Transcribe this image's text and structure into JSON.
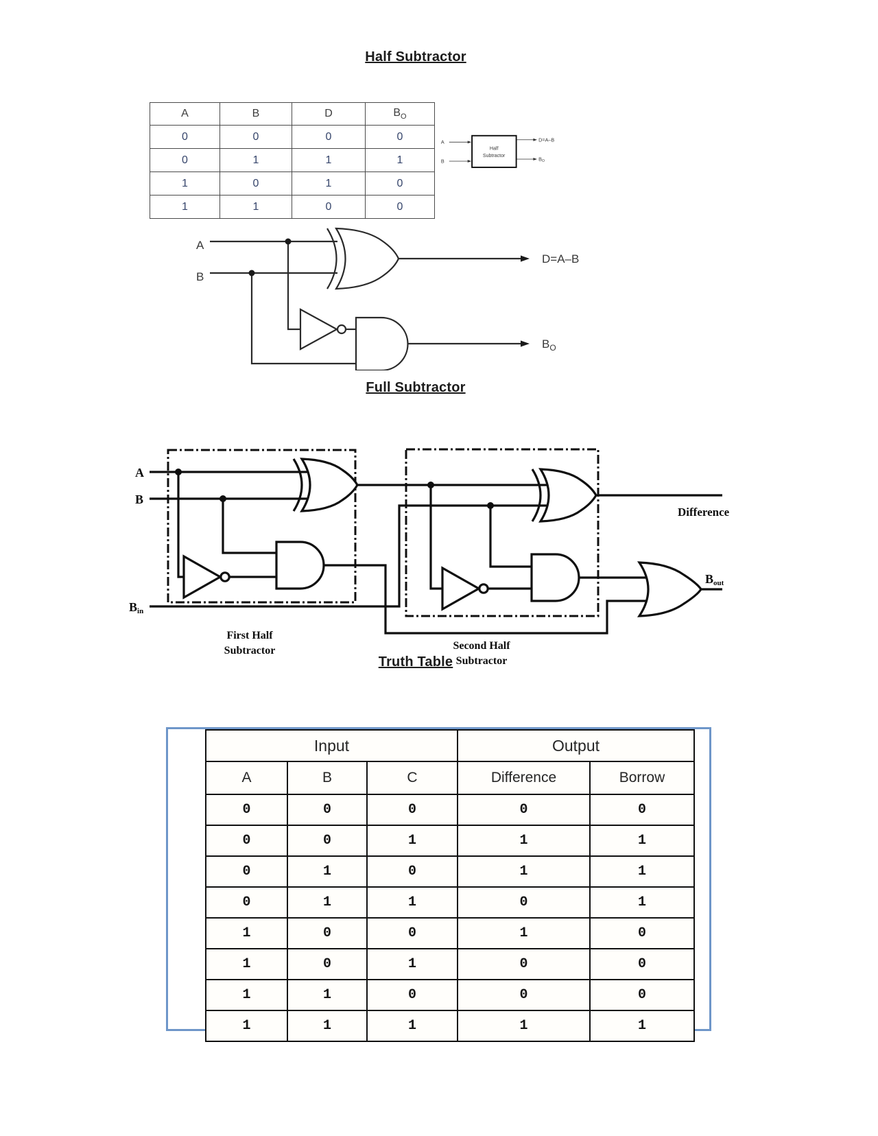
{
  "half_subtractor": {
    "title": "Half Subtractor",
    "table": {
      "headers": {
        "a": "A",
        "b": "B",
        "d": "D",
        "bo_main": "B",
        "bo_sub": "O"
      },
      "rows": [
        [
          "0",
          "0",
          "0",
          "0"
        ],
        [
          "0",
          "1",
          "1",
          "1"
        ],
        [
          "1",
          "0",
          "1",
          "0"
        ],
        [
          "1",
          "1",
          "0",
          "0"
        ]
      ]
    },
    "block_diagram": {
      "input_a": "A",
      "input_b": "B",
      "box_label_line1": "Half",
      "box_label_line2": "Subtractor",
      "output_difference": "D=A–B",
      "output_borrow_main": "B",
      "output_borrow_sub": "O"
    },
    "gate_circuit": {
      "input_a": "A",
      "input_b": "B",
      "output_difference": "D=A–B",
      "output_borrow_main": "B",
      "output_borrow_sub": "O"
    }
  },
  "full_subtractor": {
    "title": "Full Subtractor",
    "circuit": {
      "input_a": "A",
      "input_b": "B",
      "input_borrow_main": "B",
      "input_borrow_sub": "in",
      "output_difference": "Difference",
      "output_borrow_main": "B",
      "output_borrow_sub": "out",
      "first_half_caption_line1": "First Half",
      "first_half_caption_line2": "Subtractor",
      "second_half_caption_line1": "Second Half",
      "second_half_caption_line2": "Subtractor"
    }
  },
  "truth_table": {
    "title": "Truth Table",
    "group_headers": {
      "input": "Input",
      "output": "Output"
    },
    "column_headers": {
      "a": "A",
      "b": "B",
      "c": "C",
      "difference": "Difference",
      "borrow": "Borrow"
    },
    "rows": [
      [
        "0",
        "0",
        "0",
        "0",
        "0"
      ],
      [
        "0",
        "0",
        "1",
        "1",
        "1"
      ],
      [
        "0",
        "1",
        "0",
        "1",
        "1"
      ],
      [
        "0",
        "1",
        "1",
        "0",
        "1"
      ],
      [
        "1",
        "0",
        "0",
        "1",
        "0"
      ],
      [
        "1",
        "0",
        "1",
        "0",
        "0"
      ],
      [
        "1",
        "1",
        "0",
        "0",
        "0"
      ],
      [
        "1",
        "1",
        "1",
        "1",
        "1"
      ]
    ],
    "frame_color": "#6e96c9"
  },
  "colors": {
    "ink": "#1a1a1a",
    "digit_blue": "#36456b",
    "frame_blue": "#6e96c9"
  }
}
